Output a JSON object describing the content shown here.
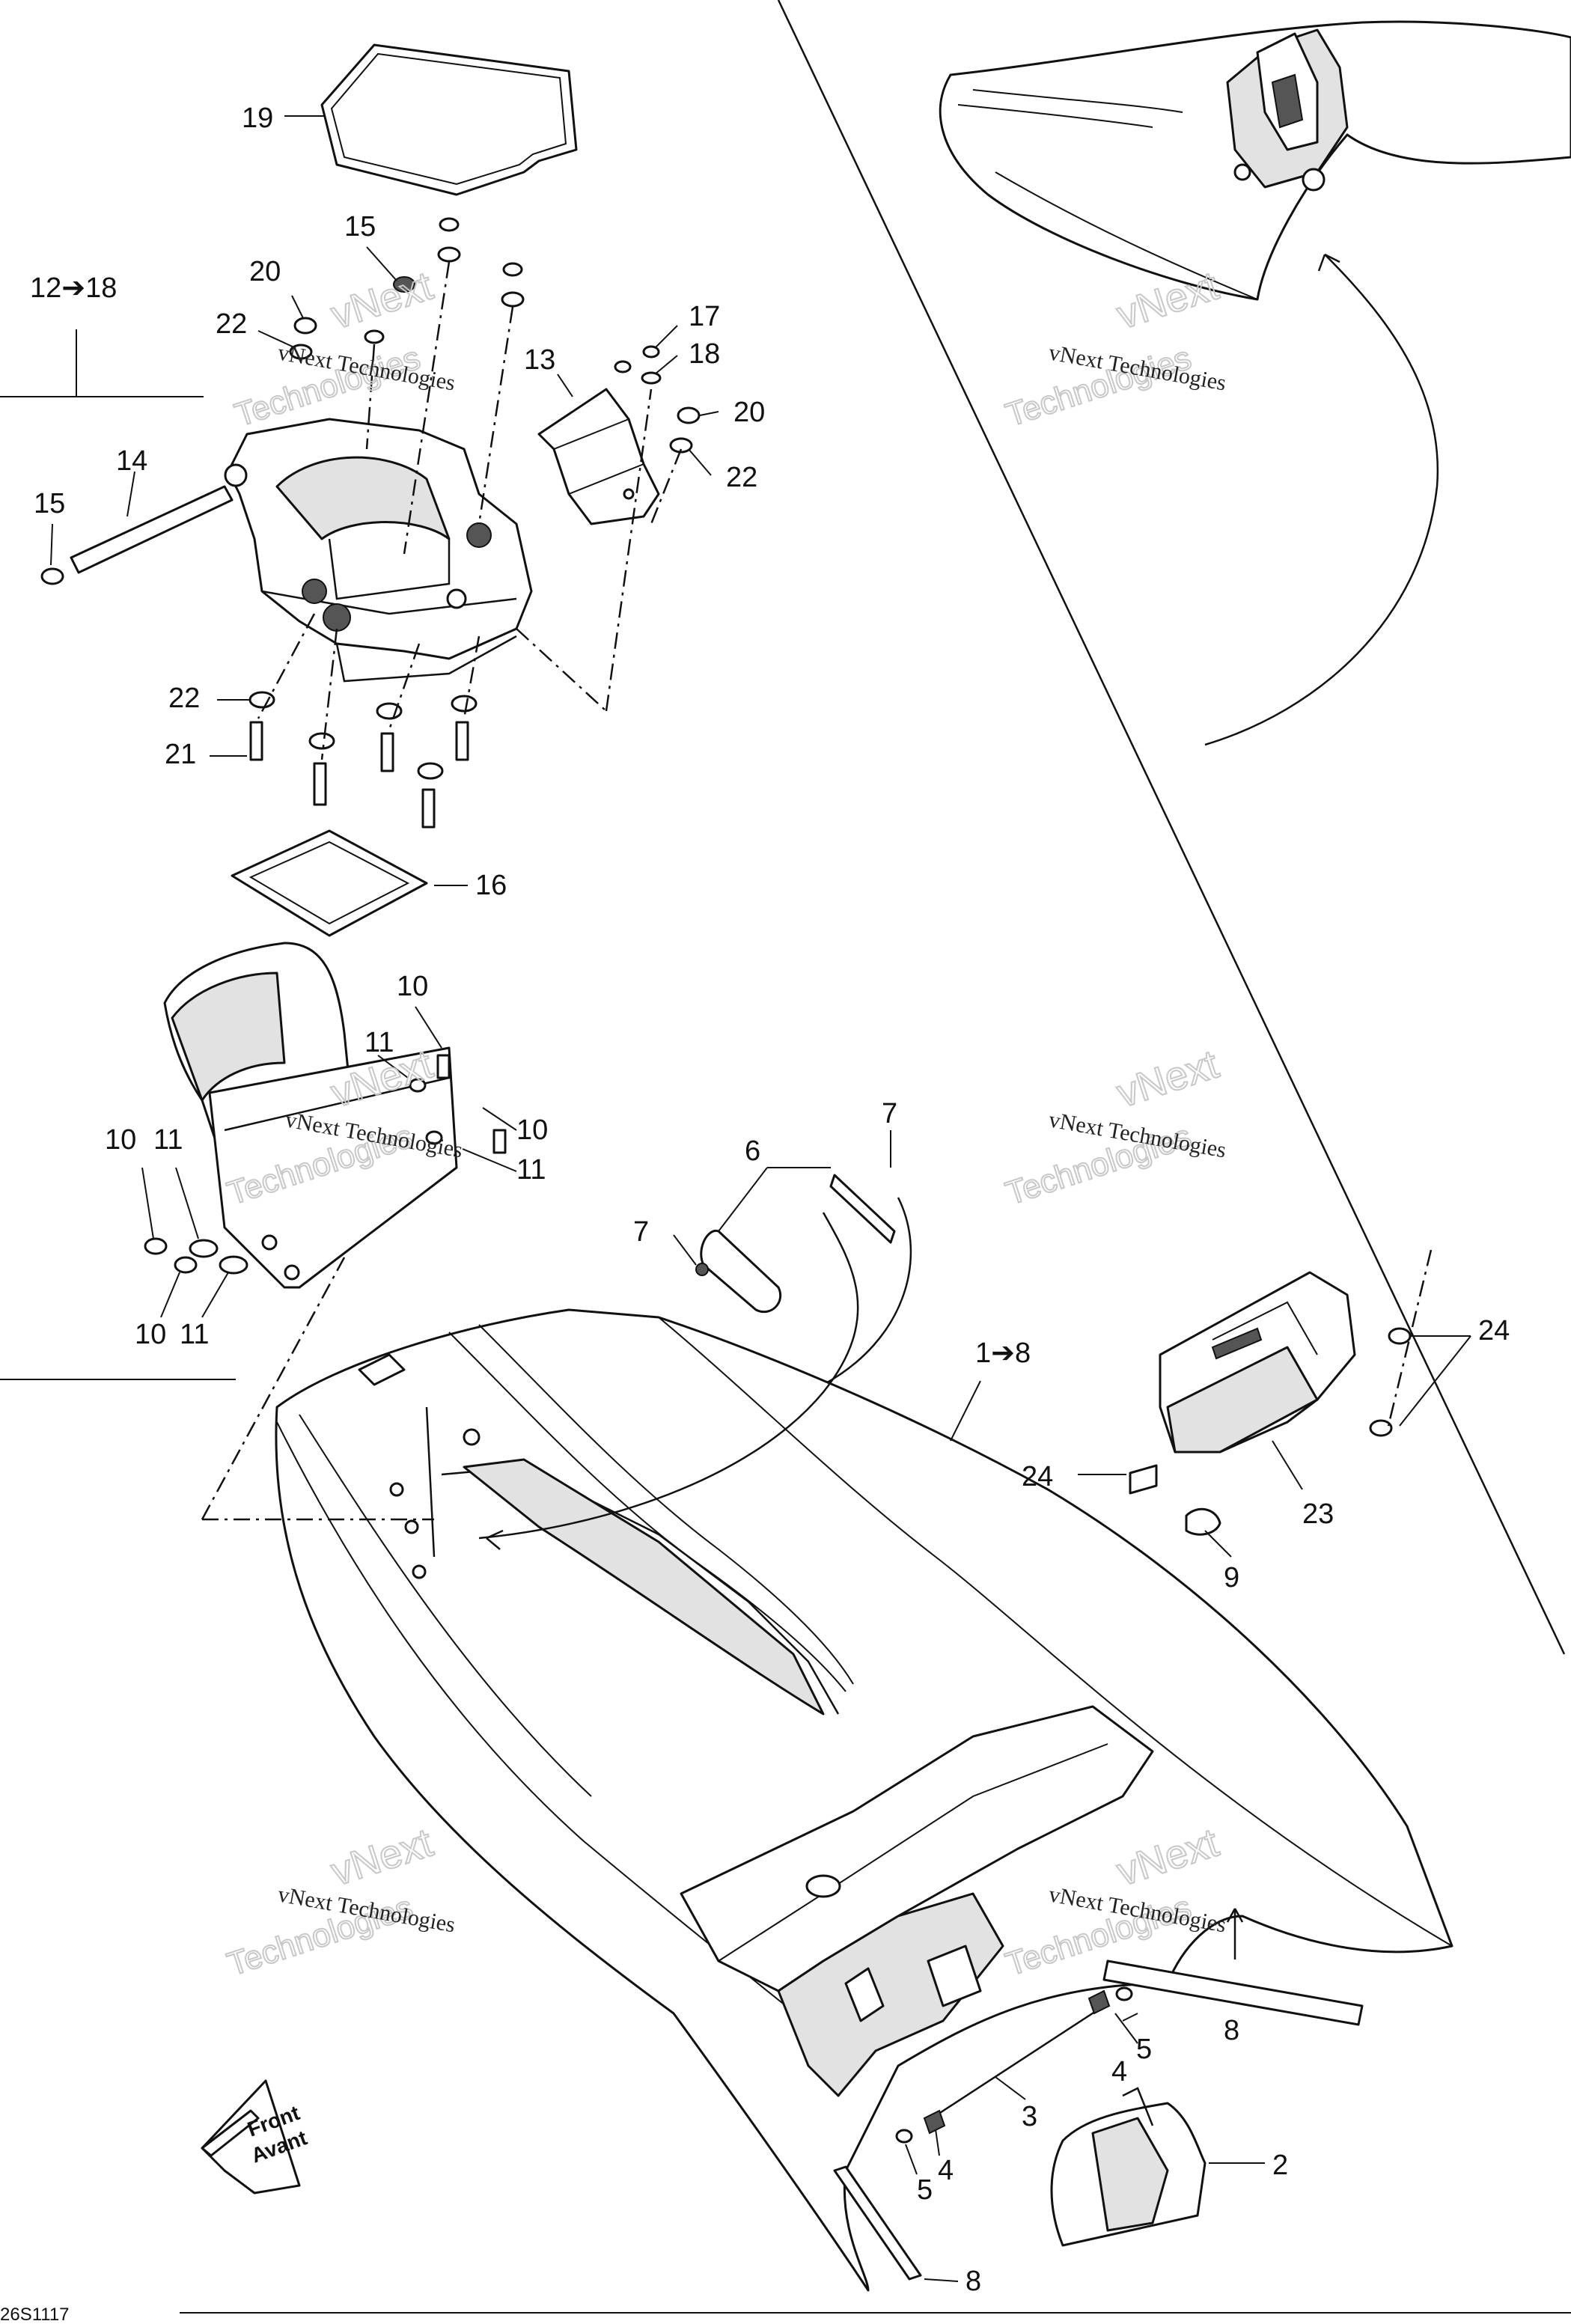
{
  "labels": [
    {
      "id": "19",
      "text": "19"
    },
    {
      "id": "15a",
      "text": "15"
    },
    {
      "id": "20a",
      "text": "20"
    },
    {
      "id": "12-18",
      "text": "12➔18"
    },
    {
      "id": "22a",
      "text": "22"
    },
    {
      "id": "17",
      "text": "17"
    },
    {
      "id": "13",
      "text": "13"
    },
    {
      "id": "18",
      "text": "18"
    },
    {
      "id": "20b",
      "text": "20"
    },
    {
      "id": "22b",
      "text": "22"
    },
    {
      "id": "14",
      "text": "14"
    },
    {
      "id": "15b",
      "text": "15"
    },
    {
      "id": "22c",
      "text": "22"
    },
    {
      "id": "21",
      "text": "21"
    },
    {
      "id": "16",
      "text": "16"
    },
    {
      "id": "10a",
      "text": "10"
    },
    {
      "id": "11a",
      "text": "11"
    },
    {
      "id": "10b",
      "text": "10"
    },
    {
      "id": "10c",
      "text": "10"
    },
    {
      "id": "11b",
      "text": "11"
    },
    {
      "id": "11c",
      "text": "11"
    },
    {
      "id": "10d",
      "text": "10"
    },
    {
      "id": "11d",
      "text": "11"
    },
    {
      "id": "7a",
      "text": "7"
    },
    {
      "id": "6",
      "text": "6"
    },
    {
      "id": "7b",
      "text": "7"
    },
    {
      "id": "1-8",
      "text": "1➔8"
    },
    {
      "id": "24a",
      "text": "24"
    },
    {
      "id": "24b",
      "text": "24"
    },
    {
      "id": "23",
      "text": "23"
    },
    {
      "id": "9",
      "text": "9"
    },
    {
      "id": "8a",
      "text": "8"
    },
    {
      "id": "5a",
      "text": "5"
    },
    {
      "id": "4a",
      "text": "4"
    },
    {
      "id": "3",
      "text": "3"
    },
    {
      "id": "2",
      "text": "2"
    },
    {
      "id": "4b",
      "text": "4"
    },
    {
      "id": "5b",
      "text": "5"
    },
    {
      "id": "8b",
      "text": "8"
    }
  ],
  "watermark": {
    "line1": "vNext Technologies",
    "line2": "vNext",
    "line3": "Technologies"
  },
  "front_arrow": {
    "line1": "Front",
    "line2": "Avant"
  },
  "drawing_code": "26S1117"
}
